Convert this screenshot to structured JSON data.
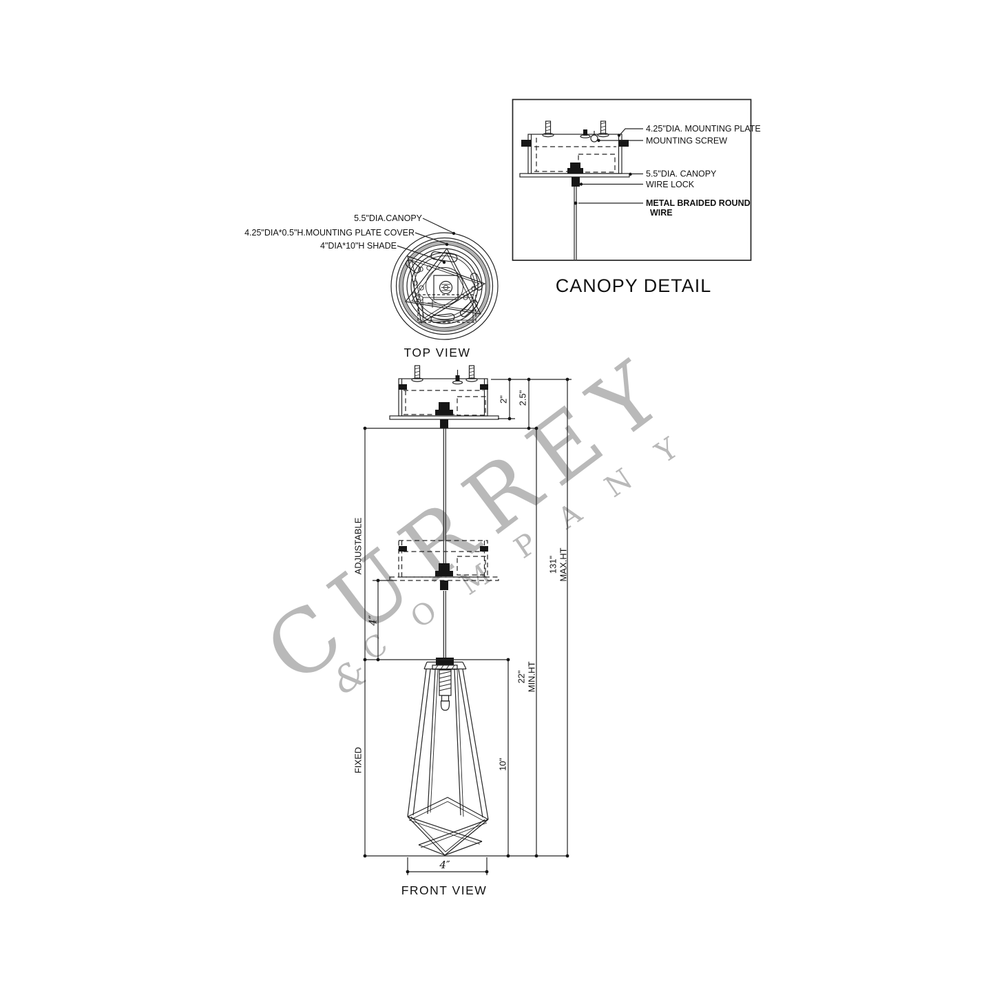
{
  "watermark": {
    "brand": "CURREY",
    "ampersand": "&",
    "company": "COMPANY"
  },
  "canopy_detail": {
    "title": "CANOPY DETAIL",
    "labels": {
      "mounting_plate": "4.25\"DIA. MOUNTING PLATE",
      "mounting_screw": "MOUNTING SCREW",
      "canopy": "5.5\"DIA. CANOPY",
      "wire_lock": "WIRE LOCK",
      "wire_line1": "METAL BRAIDED ROUND",
      "wire_line2": "WIRE"
    }
  },
  "top_view": {
    "title": "TOP VIEW",
    "labels": {
      "canopy": "5.5\"DIA.CANOPY",
      "plate_cover": "4.25\"DIA*0.5\"H.MOUNTING PLATE COVER",
      "shade": "4\"DIA*10\"H SHADE"
    }
  },
  "front_view": {
    "title": "FRONT VIEW",
    "dimensions": {
      "canopy_height": "2\"",
      "canopy_overall": "2.5\"",
      "max_height": "131\"",
      "max_height_label": "MAX.HT",
      "min_height": "22\"",
      "min_height_label": "MIN.HT",
      "shade_height": "10\"",
      "wire_gap": "4″",
      "shade_width": "4″",
      "adjustable": "ADJUSTABLE",
      "fixed": "FIXED"
    }
  }
}
